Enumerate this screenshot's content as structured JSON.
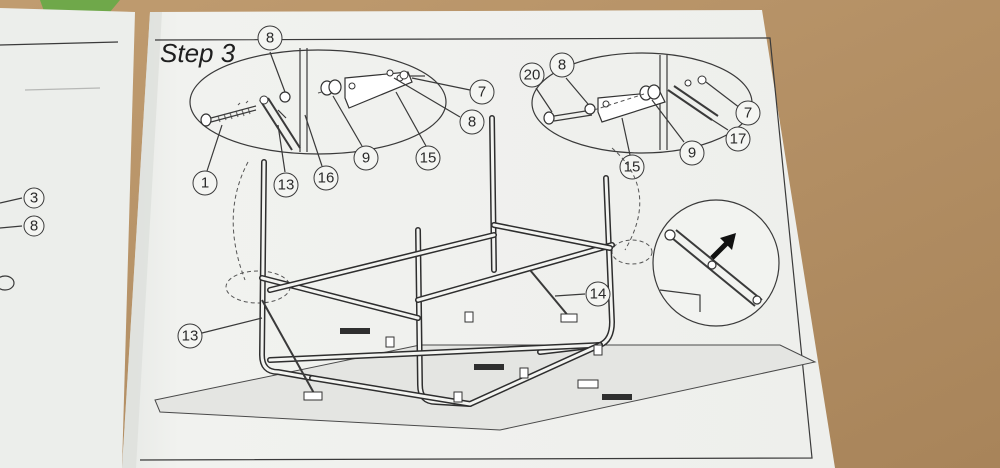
{
  "step_title": "Step 3",
  "left_page_labels": [
    "3",
    "8"
  ],
  "callout_left_labels": [
    "8",
    "7",
    "8",
    "9",
    "15",
    "16",
    "13",
    "1"
  ],
  "callout_right_labels": [
    "20",
    "8",
    "7",
    "9",
    "17",
    "15"
  ],
  "frame_labels": [
    "13",
    "14"
  ]
}
